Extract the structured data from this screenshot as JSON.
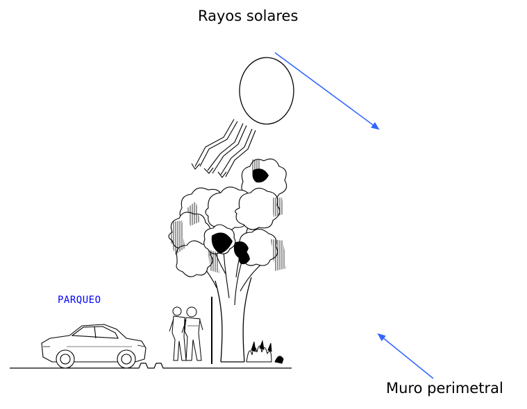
{
  "labels": {
    "sun_rays": "Rayos solares",
    "perimeter_wall": "Muro perimetral",
    "parking": "PARQUEO"
  },
  "colors": {
    "line": "#000000",
    "arrow": "#3366ff",
    "parking_text": "#0000ff",
    "background": "#ffffff"
  },
  "elements": [
    "sun",
    "sun-ray-arrows",
    "tree",
    "people",
    "car",
    "post",
    "shrub",
    "ground-line"
  ]
}
